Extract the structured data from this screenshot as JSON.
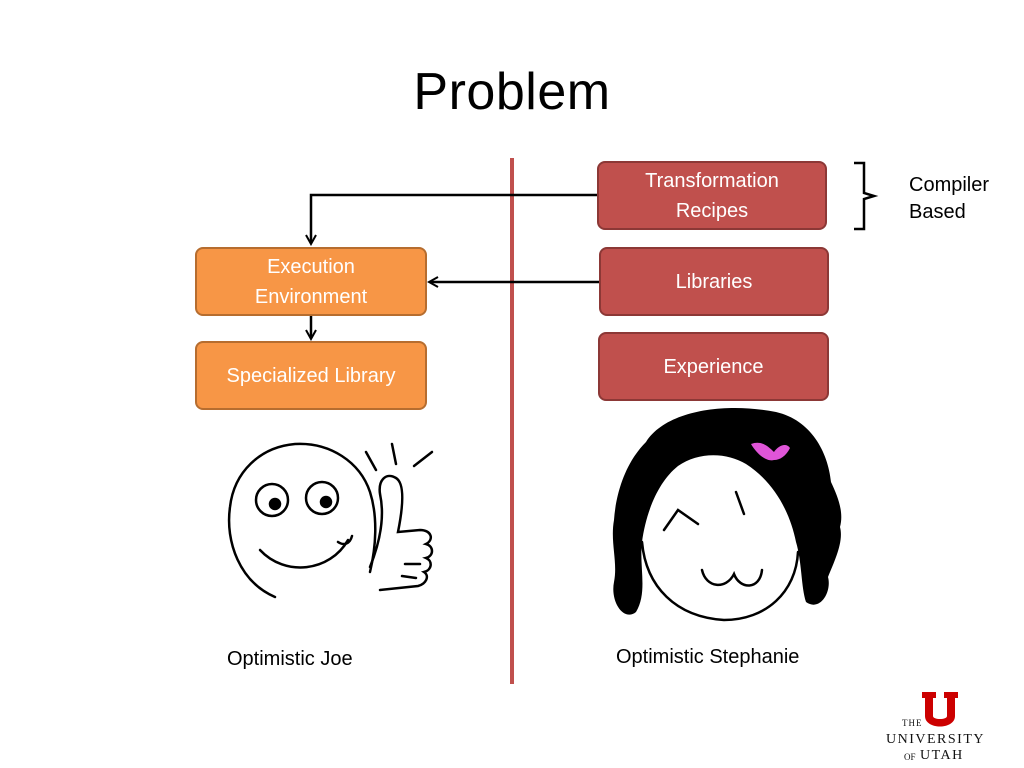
{
  "title": "Problem",
  "right_boxes": {
    "recipes": "Transformation Recipes",
    "libraries": "Libraries",
    "experience": "Experience"
  },
  "left_boxes": {
    "execution": "Execution Environment",
    "specialized": "Specialized Library"
  },
  "compiler_note": "Compiler Based",
  "captions": {
    "joe": "Optimistic Joe",
    "stephanie": "Optimistic Stephanie"
  },
  "logo": {
    "the": "THE",
    "university": "UNIVERSITY",
    "of": "OF",
    "utah": "UTAH"
  },
  "colors": {
    "red_box": "#c0504d",
    "orange_box": "#f79646",
    "divider": "#c0504d",
    "logo_red": "#cc0000"
  },
  "icons": [
    "thumbs-up-joe-face-illustration",
    "stephanie-face-illustration",
    "university-of-utah-u-logo"
  ]
}
